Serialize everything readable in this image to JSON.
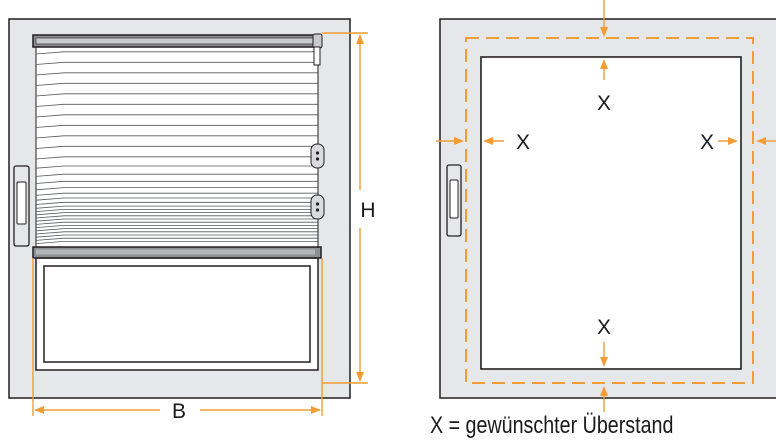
{
  "colors": {
    "frame_fill": "#e6e7e8",
    "outline": "#231f20",
    "dimension": "#f39c33",
    "pleat_fill": "#ffffff",
    "rail_fill": "#8d8f92"
  },
  "left_figure": {
    "width_label": "B",
    "height_label": "H"
  },
  "right_figure": {
    "overlap_label_top": "X",
    "overlap_label_bottom": "X",
    "overlap_label_left": "X",
    "overlap_label_right": "X"
  },
  "caption": "X = gewünschter Überstand"
}
